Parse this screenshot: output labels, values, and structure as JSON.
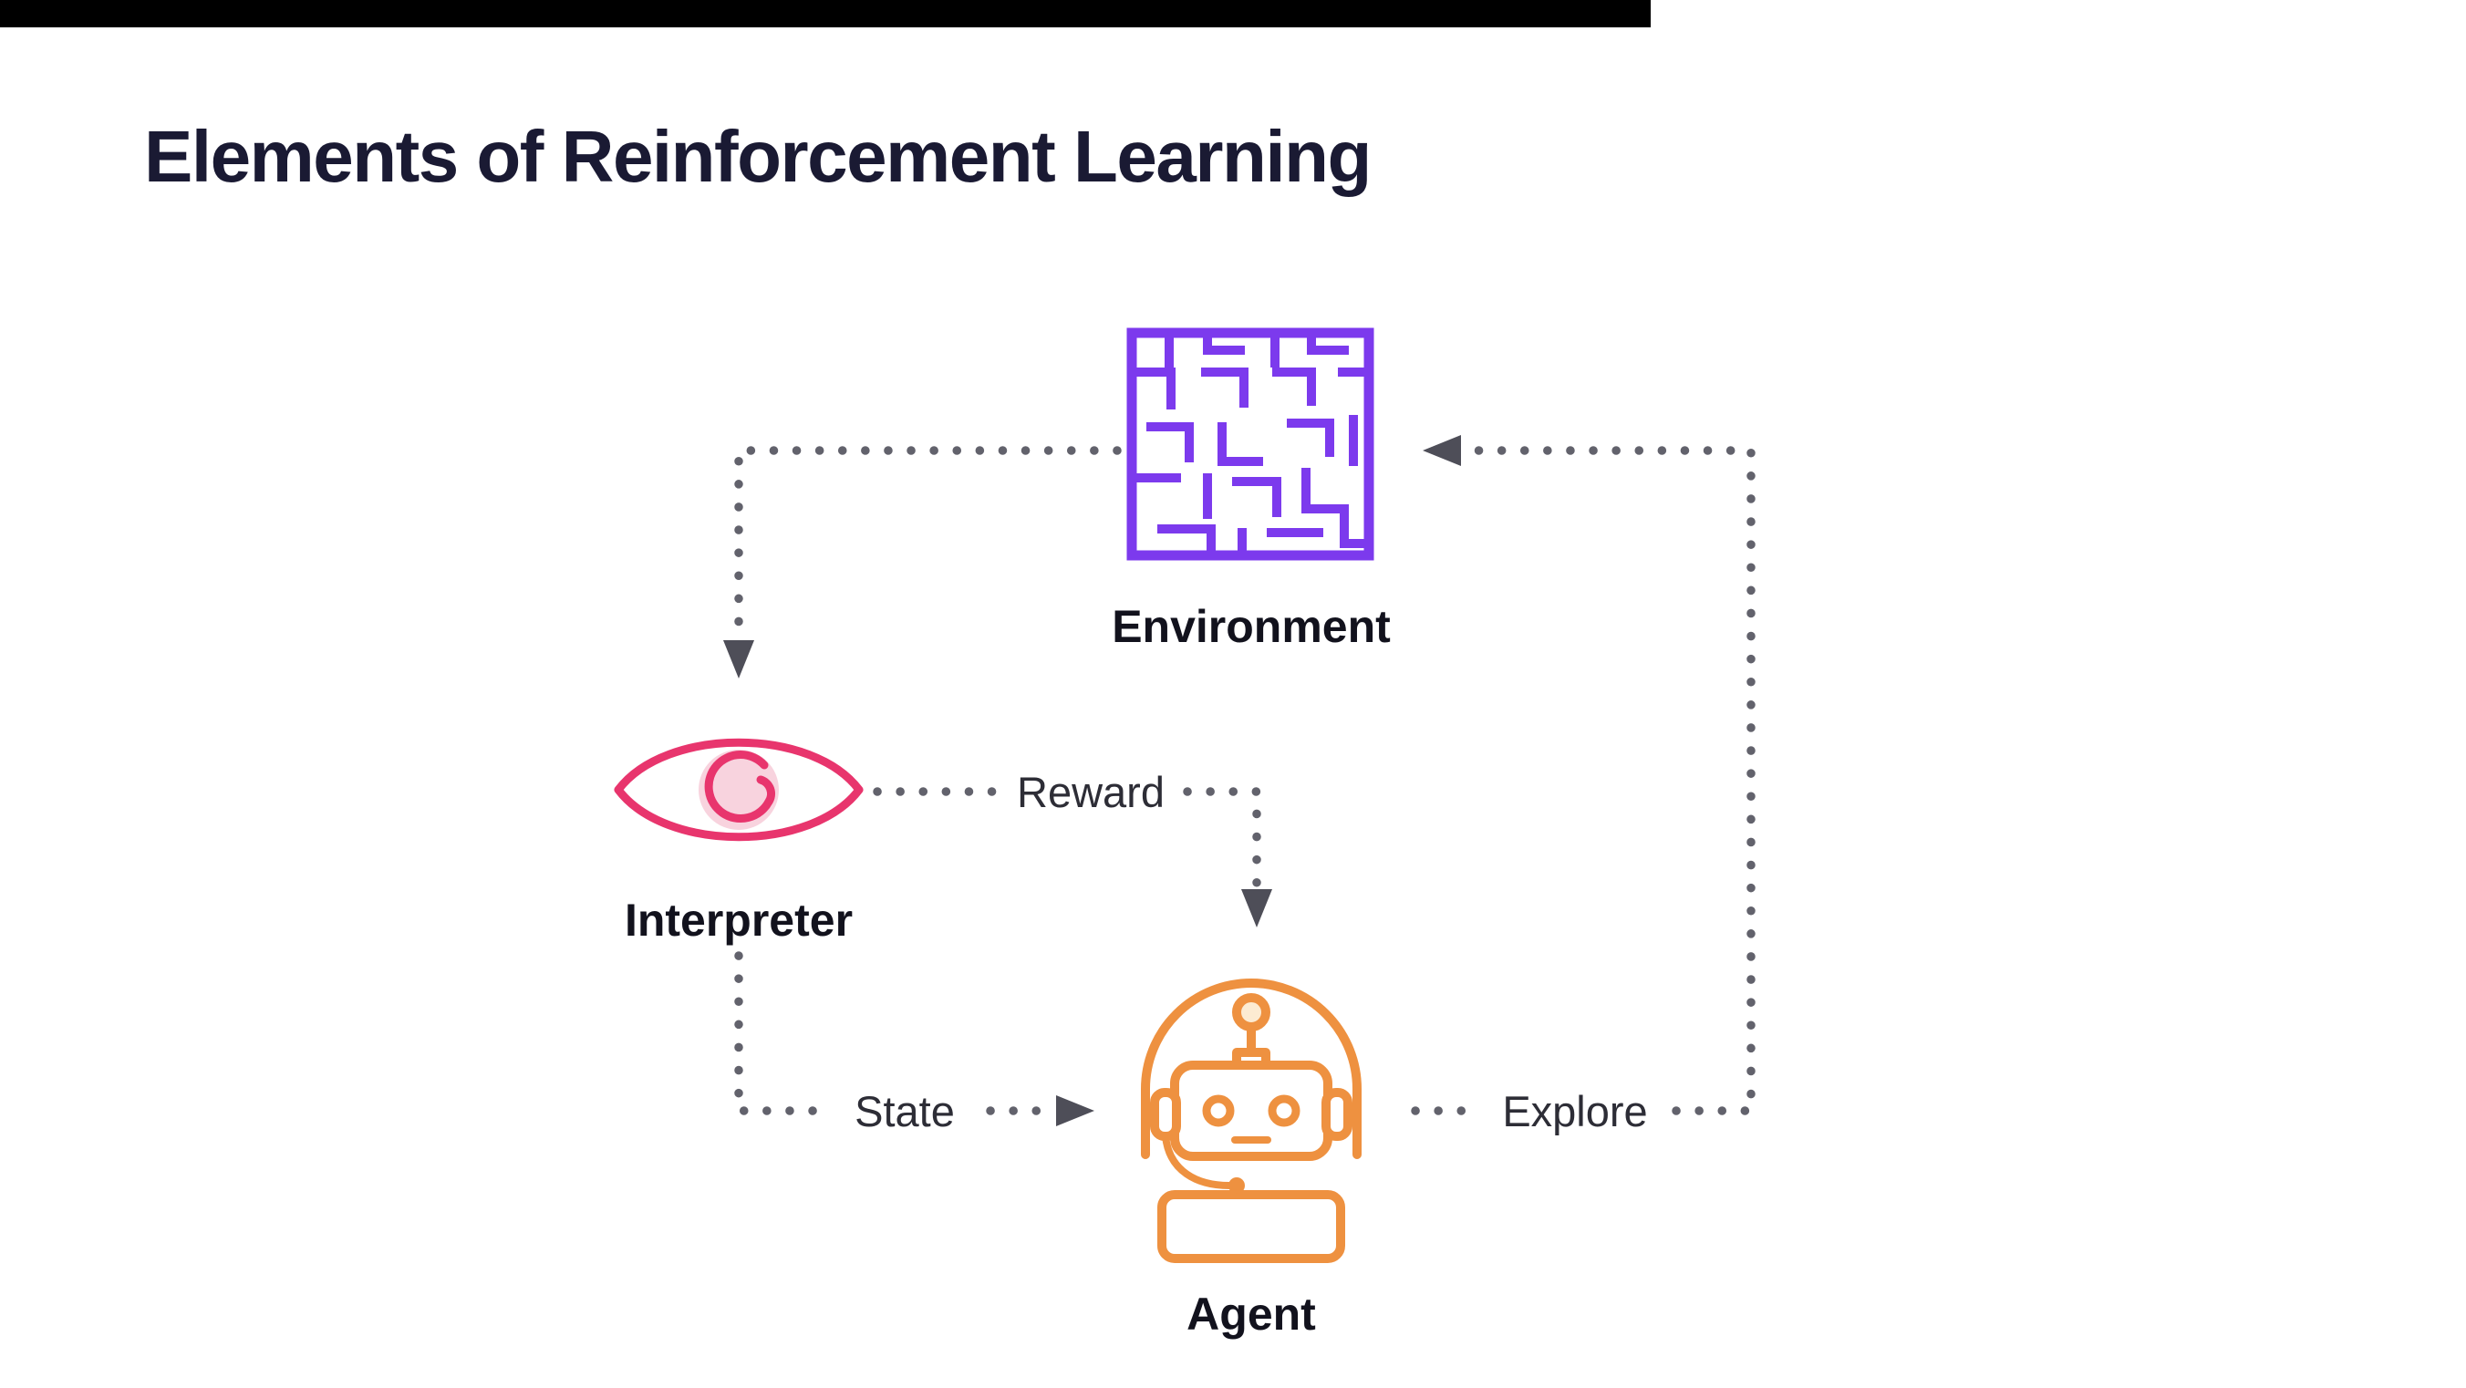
{
  "title": "Elements of Reinforcement Learning",
  "nodes": {
    "environment": {
      "label": "Environment",
      "color": "#7c3aed"
    },
    "interpreter": {
      "label": "Interpreter",
      "color": "#e8356d"
    },
    "agent": {
      "label": "Agent",
      "color": "#ee9140"
    }
  },
  "edges": {
    "environment_to_interpreter": {
      "label": "",
      "from": "Environment",
      "to": "Interpreter"
    },
    "reward": {
      "label": "Reward",
      "from": "Interpreter",
      "to": "Agent"
    },
    "state": {
      "label": "State",
      "from": "Interpreter",
      "to": "Agent"
    },
    "explore": {
      "label": "Explore",
      "from": "Agent",
      "to": "Environment"
    }
  },
  "colors": {
    "title_text": "#1a1a33",
    "arrow": "#62626c",
    "arrowhead": "#4e4e58",
    "background": "#ffffff",
    "top_bar": "#000000"
  }
}
